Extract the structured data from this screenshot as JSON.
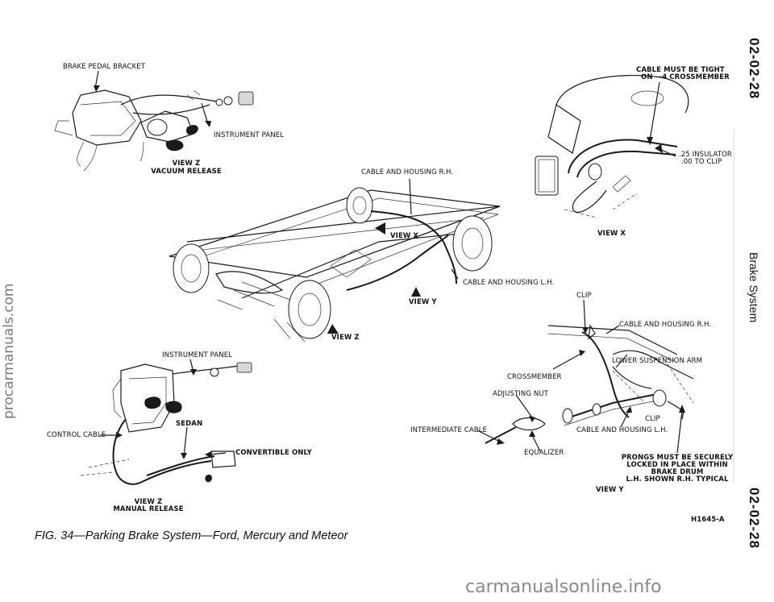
{
  "page": {
    "number_top": "02-02-28",
    "number_bottom": "02-02-28",
    "section_title": "Brake System",
    "figure_caption": "FIG. 34—Parking Brake System—Ford, Mercury and Meteor",
    "figure_code": "H1645-A"
  },
  "watermarks": {
    "left": "procarmanuals.com",
    "bottom": "carmanualsonline.info"
  },
  "views": {
    "vacuum": {
      "label_brake_pedal_bracket": "BRAKE PEDAL BRACKET",
      "label_instrument_panel": "INSTRUMENT PANEL",
      "title": "VIEW Z",
      "subtitle": "VACUUM RELEASE"
    },
    "chassis": {
      "label_cable_housing_rh": "CABLE AND HOUSING R.H.",
      "label_cable_housing_lh": "CABLE AND HOUSING L.H.",
      "callout_view_x": "VIEW X",
      "callout_view_y": "VIEW Y",
      "callout_view_z": "VIEW Z"
    },
    "view_x": {
      "label_cable_tight": "CABLE MUST BE TIGHT",
      "label_cable_tight_2": "ON —4 CROSSMEMBER",
      "label_insulator_1": ".25 INSULATOR",
      "label_insulator_2": ".00 TO CLIP",
      "title": "VIEW X"
    },
    "manual": {
      "label_instrument_panel": "INSTRUMENT PANEL",
      "label_sedan": "SEDAN",
      "label_convertible": "CONVERTIBLE ONLY",
      "label_control_cable": "CONTROL CABLE",
      "title": "VIEW Z",
      "subtitle": "MANUAL RELEASE"
    },
    "view_y": {
      "label_clip_top": "CLIP",
      "label_cable_housing_rh": "CABLE AND HOUSING R.H.",
      "label_crossmember": "CROSSMEMBER",
      "label_lower_arm": "LOWER SUSPENSION ARM",
      "label_adjusting_nut": "ADJUSTING NUT",
      "label_clip_bottom": "CLIP",
      "label_intermediate_cable": "INTERMEDIATE CABLE",
      "label_cable_housing_lh": "CABLE AND HOUSING L.H.",
      "label_equalizer": "EQUALIZER",
      "note_line1": "PRONGS MUST BE SECURELY",
      "note_line2": "LOCKED IN PLACE WITHIN",
      "note_line3": "BRAKE DRUM",
      "note_line4": "L.H. SHOWN R.H. TYPICAL",
      "title": "VIEW Y"
    }
  }
}
